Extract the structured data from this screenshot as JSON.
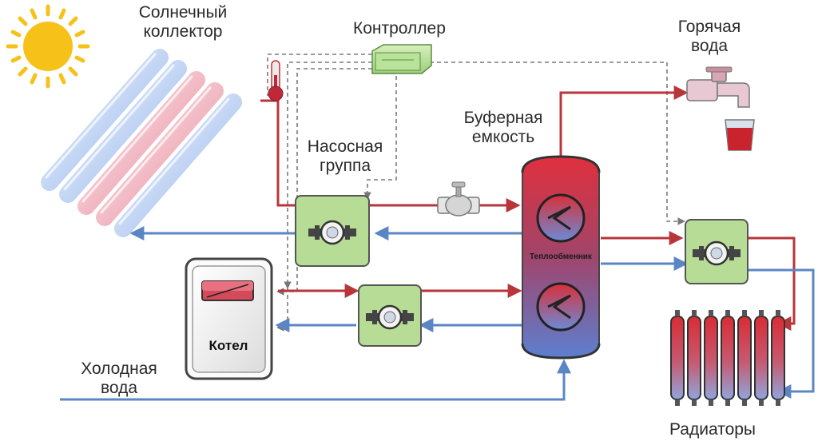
{
  "labels": {
    "solar_collector": "Солнечный\nколлектор",
    "controller": "Контроллер",
    "hot_water": "Горячая\nвода",
    "buffer_tank": "Буферная\nемкость",
    "pump_group": "Насосная\nгруппа",
    "heat_exchanger": "Теплообменник",
    "boiler": "Котел",
    "cold_water": "Холодная\nвода",
    "radiators": "Радиаторы"
  },
  "colors": {
    "hot_line": "#b8353a",
    "cold_line": "#5b86c4",
    "control_line": "#7a7a7a",
    "pump_fill": "#b7dc96",
    "sun": "#f6c21a"
  }
}
